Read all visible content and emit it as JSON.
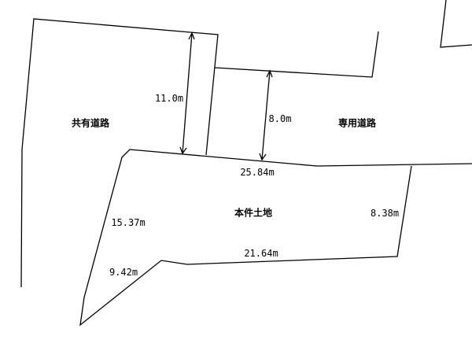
{
  "areas": {
    "shared_road": "共有道路",
    "private_road": "専用道路",
    "subject_land": "本件土地"
  },
  "dimensions": {
    "shared_road_width": "11.0m",
    "private_road_width": "8.0m",
    "north_side": "25.84m",
    "west_side": "15.37m",
    "east_side": "8.38m",
    "south_side": "21.64m",
    "southwest_side": "9.42m"
  },
  "colors": {
    "line": "#000000",
    "background": "#ffffff"
  }
}
